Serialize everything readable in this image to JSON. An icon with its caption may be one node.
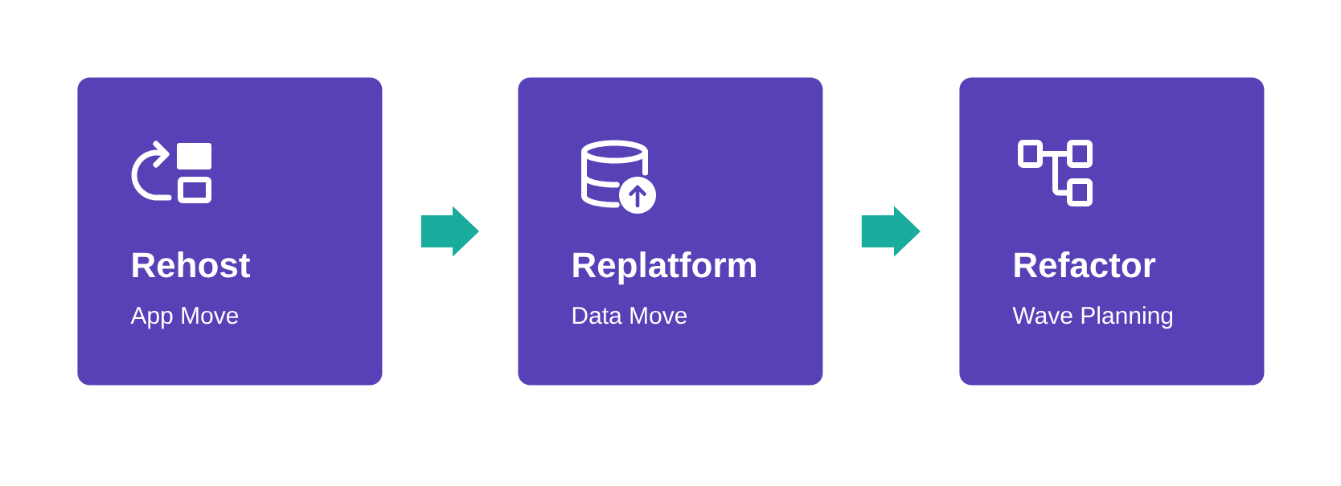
{
  "diagram": {
    "nodes": [
      {
        "text": [
          "Rehost",
          "App Move"
        ]
      },
      {
        "text": [
          "Replatform",
          "Data Move"
        ]
      },
      {
        "text": [
          "Refactor",
          "Wave Planning"
        ]
      }
    ],
    "edges": [
      {
        "from": 0,
        "to": 1,
        "arrow": "to"
      },
      {
        "from": 1,
        "to": 2,
        "arrow": "to"
      }
    ]
  }
}
